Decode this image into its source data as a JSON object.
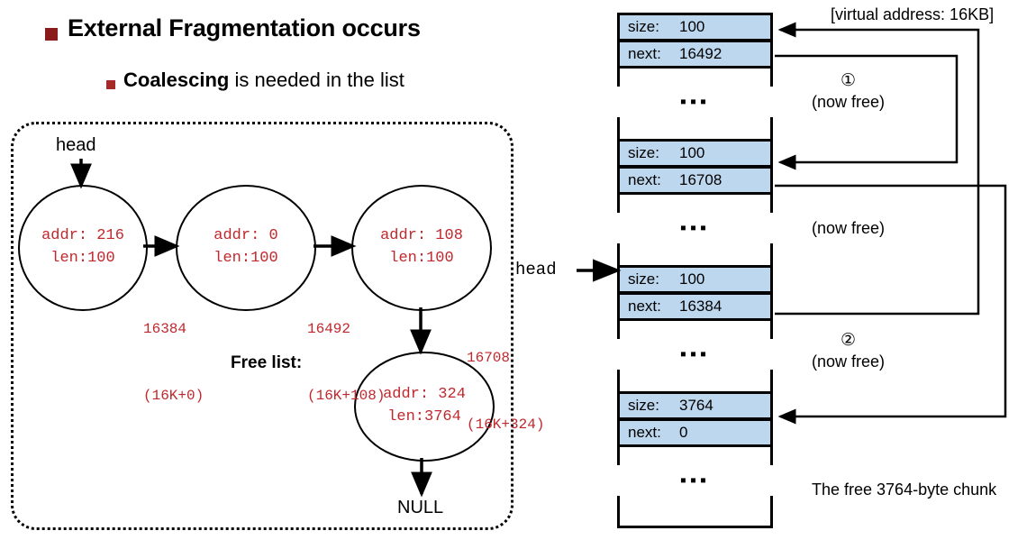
{
  "slide": {
    "bullet1": "External Fragmentation occurs",
    "bullet2_bold": "Coalescing",
    "bullet2_rest": " is needed in the list"
  },
  "free_list": {
    "head_label": "head",
    "caption": "Free list:",
    "terminator": "NULL",
    "nodes": [
      {
        "addr_line": "addr: 216",
        "len_line": "len:100"
      },
      {
        "addr_line": "addr: 0",
        "len_line": "len:100"
      },
      {
        "addr_line": "addr: 108",
        "len_line": "len:100"
      },
      {
        "addr_line": "addr: 324",
        "len_line": "len:3764"
      }
    ],
    "edge_labels": [
      {
        "addr": "16384",
        "offset": "(16K+0)"
      },
      {
        "addr": "16492",
        "offset": "(16K+108)"
      },
      {
        "addr": "16708",
        "offset": "(16K+324)"
      }
    ]
  },
  "memory": {
    "head_pointer_label": "head",
    "dots": "▪▪▪",
    "blocks": [
      {
        "size_key": "size:",
        "size_value": "100",
        "next_key": "next:",
        "next_value": "16492"
      },
      {
        "size_key": "size:",
        "size_value": "100",
        "next_key": "next:",
        "next_value": "16708"
      },
      {
        "size_key": "size:",
        "size_value": "100",
        "next_key": "next:",
        "next_value": "16384"
      },
      {
        "size_key": "size:",
        "size_value": "3764",
        "next_key": "next:",
        "next_value": "0"
      }
    ]
  },
  "annotations": {
    "virtual_address": "[virtual address: 16KB]",
    "marker_one": "①",
    "now_free_1": "(now free)",
    "now_free_2": "(now free)",
    "marker_two": "②",
    "now_free_3": "(now free)",
    "chunk_caption": "The free 3764-byte chunk"
  },
  "colors": {
    "accent_red": "#C0282D",
    "bullet_red": "#8B1A1A",
    "block_fill": "#BDD7EE"
  }
}
